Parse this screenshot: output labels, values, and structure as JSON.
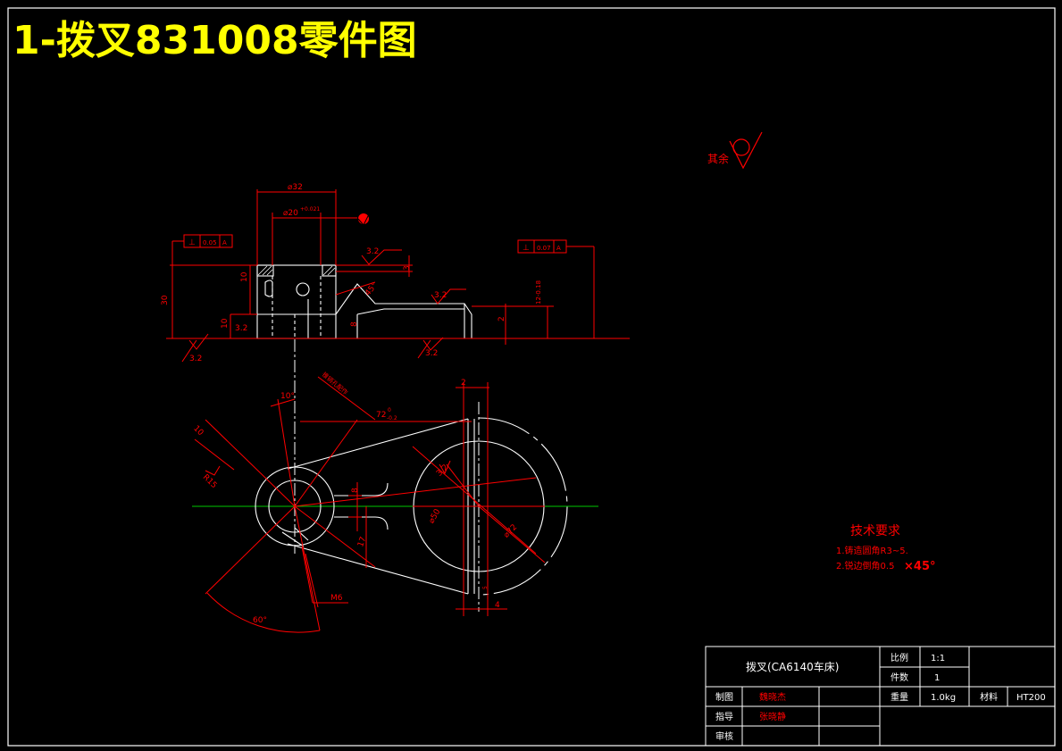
{
  "title": "1-拨叉831008零件图",
  "colors": {
    "background": "#000000",
    "border": "#ffffff",
    "geometry": "#ffffff",
    "dimension": "#ff0000",
    "centerline": "#00c800",
    "title": "#ffff00"
  },
  "roughness_note": {
    "label": "其余",
    "symbol": "circle-roughness-icon"
  },
  "front_view": {
    "dim_dia_outer": "⌀32",
    "dim_dia_bore": "⌀20",
    "dim_bore_tol": "+0.021",
    "flatness_left": {
      "symbol": "⊥",
      "value": "0.05",
      "datum": "A"
    },
    "flatness_right": {
      "symbol": "⊥",
      "value": "0.07",
      "datum": "A"
    },
    "rough_top": "3.2",
    "rough_mid": "3.2",
    "rough_left": "3.2",
    "rough_bottom": "3.2",
    "dim_3": "3",
    "dim_10_top": "10",
    "dim_30": "30",
    "dim_10_bottom": "10",
    "dim_3_2": "3.2",
    "dim_45": "45°",
    "dim_8": "8",
    "dim_2": "2",
    "dim_12": "12-0.18"
  },
  "top_view": {
    "dim_10deg": "10°",
    "dim_72": "72",
    "dim_72_tol_top": "0",
    "dim_72_tol_bot": "-0.2",
    "dim_2": "2",
    "dim_10": "10",
    "dim_r15": "R15",
    "dim_8": "8",
    "dim_dia50": "⌀50",
    "dim_dia72": "⌀72",
    "dim_63": "3.2",
    "dim_17": "17",
    "dim_m6": "M6",
    "dim_60": "60°",
    "dim_4": "4",
    "dim_5": "5",
    "note_slanted": "锥销孔配作"
  },
  "tech_req": {
    "title": "技术要求",
    "line1": "1.铸造圆角R3~5.",
    "line2_prefix": "2.锐边倒角0.5",
    "line2_suffix": "×45°"
  },
  "title_block": {
    "part_name": "拨叉(CA6140车床)",
    "scale_label": "比例",
    "scale_value": "1:1",
    "qty_label": "件数",
    "qty_value": "1",
    "weight_label": "重量",
    "weight_value": "1.0kg",
    "material_label": "材料",
    "material_value": "HT200",
    "drawn_label": "制图",
    "drawn_name": "魏晓杰",
    "guide_label": "指导",
    "guide_name": "张晓静",
    "check_label": "审核"
  }
}
